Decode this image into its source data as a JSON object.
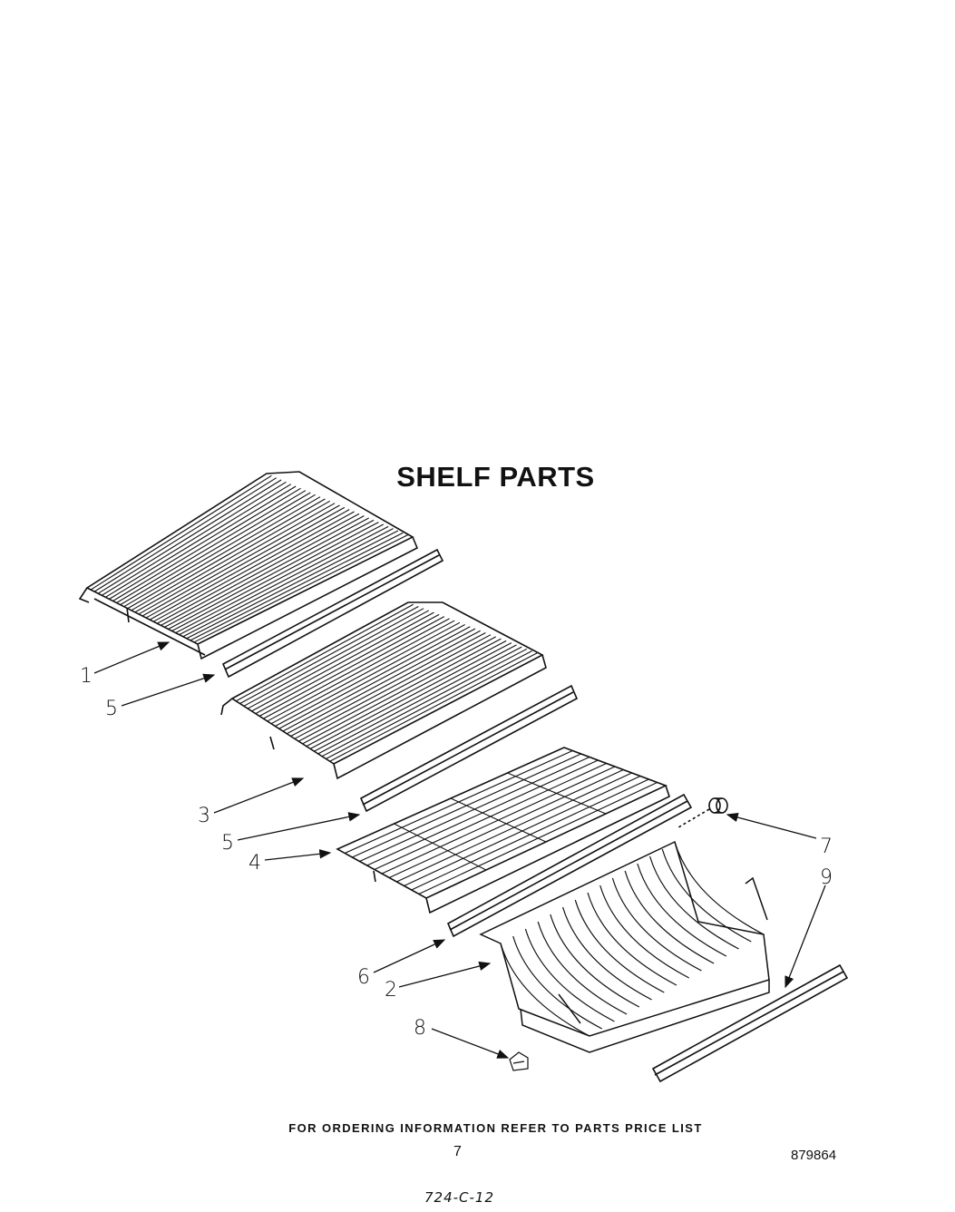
{
  "title": "SHELF PARTS",
  "callouts": [
    "1",
    "5",
    "3",
    "5",
    "4",
    "6",
    "2",
    "8",
    "7",
    "9"
  ],
  "footer_note": "FOR ORDERING INFORMATION REFER TO PARTS PRICE LIST",
  "page_number": "7",
  "diagram_number": "879864",
  "handwritten_code": "724-C-12",
  "colors": {
    "ink": "#111111",
    "paper": "#ffffff"
  }
}
